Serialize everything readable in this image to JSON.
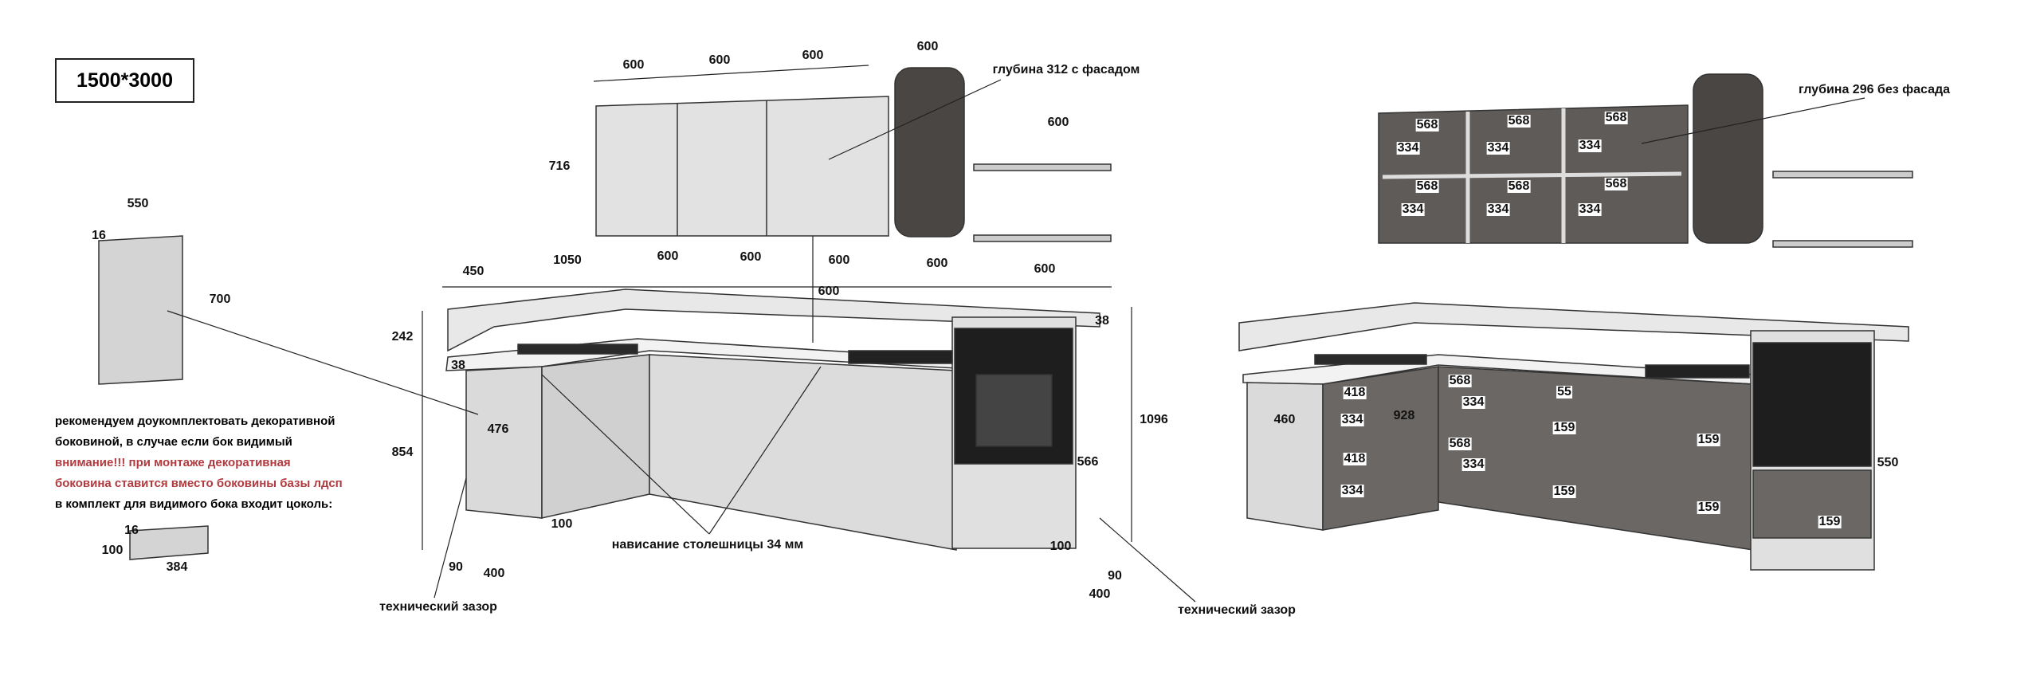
{
  "size_label": "1500*3000",
  "side_panel": {
    "width": "550",
    "thickness": "16",
    "height": "700"
  },
  "notes": [
    "рекомендуем доукомплектовать декоративной",
    "боковиной, в случае если бок видимый",
    "внимание!!! при монтаже декоративная",
    "боковина ставится вместо боковины базы лдсп",
    "в комплект для видимого бока входит цоколь:"
  ],
  "plinth": {
    "thickness": "16",
    "height": "100",
    "length": "384"
  },
  "left_view": {
    "upper_widths": [
      "600",
      "600",
      "600"
    ],
    "hood_width": "600",
    "upper_depth_note": "глубина 312 с фасадом",
    "upper_height": "716",
    "shelf_width": "600",
    "base_widths": [
      "450",
      "1050",
      "600",
      "600",
      "600",
      "600",
      "600"
    ],
    "gap_height": "600",
    "backsplash_height": "242",
    "overhang_left": "38",
    "overhang_right": "38",
    "base_height": "854",
    "side_depth": "476",
    "tall_height": "1096",
    "oven_depth": "566",
    "plinth_left": "100",
    "plinth_right": "100",
    "gap_left": [
      "90",
      "400"
    ],
    "gap_right": [
      "90",
      "400"
    ],
    "overhang_note": "нависание столешницы 34 мм",
    "tech_gap": "технический зазор"
  },
  "right_view": {
    "upper_depth_note": "глубина 296 без фасада",
    "upper_inner_widths": [
      "568",
      "568",
      "568",
      "568",
      "568",
      "568"
    ],
    "upper_inner_heights": [
      "334",
      "334",
      "334",
      "334",
      "334",
      "334"
    ],
    "base_labels": [
      "460",
      "418",
      "334",
      "928",
      "418",
      "334",
      "568",
      "334",
      "568",
      "334",
      "55",
      "159",
      "159",
      "159",
      "159",
      "550",
      "159"
    ]
  },
  "colors": {
    "cabinet": "#d9d9d9",
    "interior": "#5e5b58",
    "hood": "#4a4644",
    "oven": "#1e1e1e",
    "warning": "#b03a3e"
  }
}
